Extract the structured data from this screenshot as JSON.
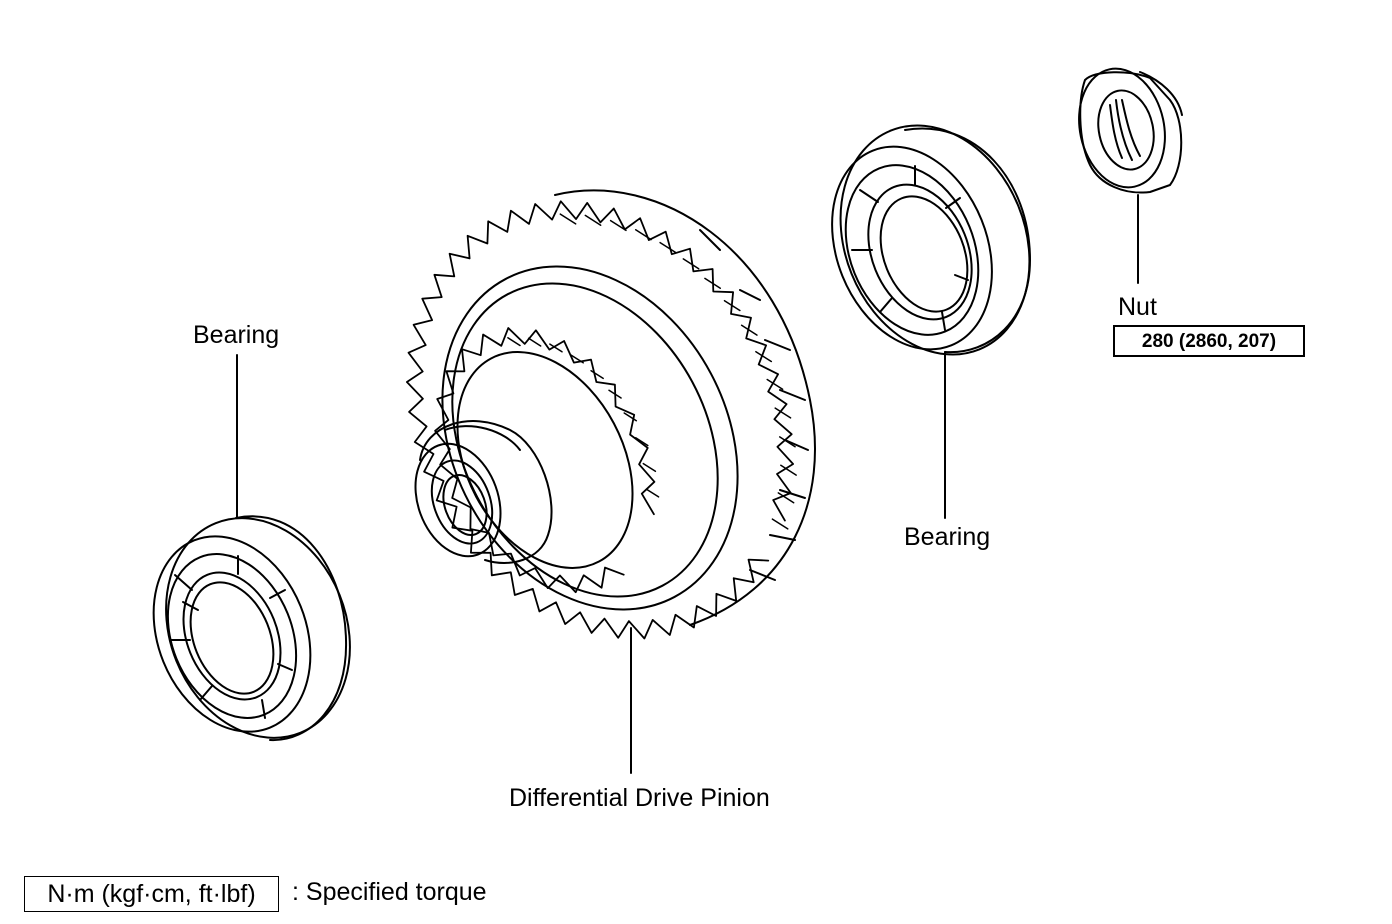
{
  "parts": {
    "bearing_left": "Bearing",
    "drive_pinion": "Differential Drive Pinion",
    "bearing_right": "Bearing",
    "nut": "Nut"
  },
  "torque": {
    "nut_value": "280 (2860, 207)"
  },
  "legend": {
    "units": "N·m (kgf·cm, ft·lbf)",
    "description": ": Specified torque"
  }
}
